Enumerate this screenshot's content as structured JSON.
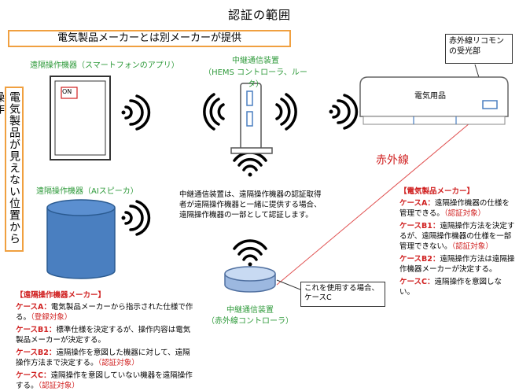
{
  "title": "認証の範囲",
  "other_maker_note": "電気製品メーカーとは別メーカーが提供",
  "vertical_note": "電気製品が見えない位置から操作",
  "remote_app_label": "遠隔操作機器（スマートフォンのアプリ）",
  "on_button": "ON",
  "relay_hems_label_1": "中継通信装置",
  "relay_hems_label_2": "（HEMS コントローラ、ルータ）",
  "appliance_label": "電気用品",
  "ir_receiver_label": "赤外線リコモンの受光部",
  "infrared_label": "赤外線",
  "ai_speaker_label": "遠隔操作機器（AIスピーカ）",
  "relay_note": "中継通信装置は、遠隔操作機器の認証取得者が遠隔操作機器と一緒に提供する場合、遠隔操作機器の一部として認証します。",
  "relay_ir_label_1": "中継通信装置",
  "relay_ir_label_2": "（赤外線コントローラ）",
  "case_c_callout": "これを使用する場合、ケースC",
  "appliance_maker": {
    "heading": "【電気製品メーカー】",
    "cases": [
      {
        "key": "ケースA：",
        "text": "遠隔操作機器の仕様を管理できる。",
        "tag": "（認証対象）"
      },
      {
        "key": "ケースB1：",
        "text": "遠隔操作方法を決定するが、遠隔操作機器の仕様を一部管理できない。",
        "tag": "（認証対象）"
      },
      {
        "key": "ケースB2：",
        "text": "遠隔操作方法は遠隔操作機器メーカーが決定する。",
        "tag": ""
      },
      {
        "key": "ケースC：",
        "text": "遠隔操作を意図しない。",
        "tag": ""
      }
    ]
  },
  "remote_maker": {
    "heading": "【遠隔操作機器メーカー】",
    "cases": [
      {
        "key": "ケースA：",
        "text": "電気製品メーカーから指示された仕様で作る。",
        "tag": "（登録対象）"
      },
      {
        "key": "ケースB1：",
        "text": "標準仕様を決定するが、操作内容は電気製品メーカーが決定する。",
        "tag": ""
      },
      {
        "key": "ケースB2：",
        "text": "遠隔操作を意図した機器に対して、遠隔操作方法まで決定する。",
        "tag": "（認証対象）"
      },
      {
        "key": "ケースC：",
        "text": "遠隔操作を意図していない機器を遠隔操作する。",
        "tag": "（認証対象）"
      }
    ]
  },
  "colors": {
    "orange": "#f0a040",
    "green": "#2e9a3a",
    "red": "#d02020",
    "blue": "#4a7fc0",
    "infrared_line": "#e05050"
  },
  "icons": [
    "wifi-icon",
    "tablet-icon",
    "router-icon",
    "speaker-icon",
    "ir-controller-icon",
    "air-conditioner-icon"
  ]
}
